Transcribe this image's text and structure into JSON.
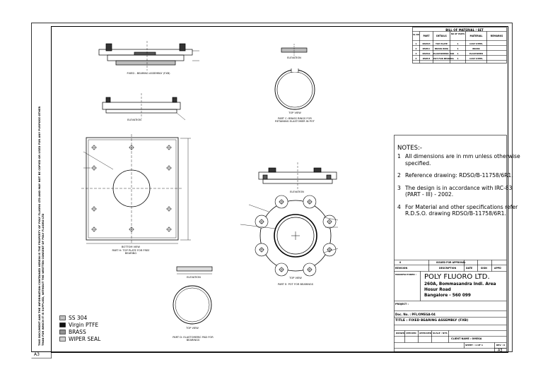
{
  "sheet_size": "A3",
  "side_text": "THIS DOCUMENT AND THE INFORMATION CONTAINED HEREIN IS THE PROPERTY OF POLY FLUORO LTD AND MAY NOT BE COPIED OR USED FOR ANY PURPOSE OTHER THAN FOR WHICH IT IS SUPPLIED, WITHOUT THE WRITTEN CONSENT OF POLY FLUORO LTD",
  "bom": {
    "title": "BILL OF MATERIAL / SET",
    "headers": [
      "SL NO",
      "PART",
      "DETAILS",
      "NO OF PARTS",
      "MATERIAL",
      "REMARKS"
    ],
    "rows": [
      [
        "1",
        "PART-H",
        "TOP PLATE",
        "1",
        "CAST STEEL",
        ""
      ],
      [
        "2",
        "PART-C",
        "BRASS RING",
        "1",
        "BRASS",
        ""
      ],
      [
        "3",
        "PART-D",
        "ELASTOMERIC PAD",
        "1",
        "ELASTOMER",
        ""
      ],
      [
        "4",
        "PART-E",
        "POT FOR BEARING",
        "1",
        "CAST STEEL",
        ""
      ]
    ]
  },
  "views": {
    "fixed_assembly": "FIXED - BEARING ASSEMBLY (FXB)",
    "elevation": "ELEVATION",
    "top_view": "TOP VIEW",
    "bottom_view": "BOTTOM VIEW",
    "part_h": "PART H: TOP PLATE FOR FREE BEARING",
    "part_c": "PART C: BRASS RINGS FOR RETAINING ELASTOMER IN POT",
    "part_e": "PART E: POT FOR BEARINGS",
    "part_d": "PART D: ELASTOMERIC PAD FOR BEARINGS"
  },
  "notes": {
    "title": "NOTES:-",
    "items": [
      {
        "num": "1",
        "lines": [
          "All dimensions are in mm unless otherwise",
          "specified."
        ]
      },
      {
        "num": "2",
        "lines": [
          "Reference drawing: RDSO/B-11758/6R1."
        ]
      },
      {
        "num": "3",
        "lines": [
          "The design is in accordance with IRC-83",
          "(PART - III) - 2002."
        ]
      },
      {
        "num": "4",
        "lines": [
          "For Material and other specifications refer",
          "R.D.S.O. drawing RDSO/B-11758/6R1."
        ]
      }
    ]
  },
  "revision": {
    "row1": [
      "0",
      "ISSUED FOR APPROVAL",
      "",
      "",
      ""
    ],
    "headers": [
      "REVISION",
      "DESCRIPTION",
      "DATE",
      "SIGN",
      "APPD"
    ]
  },
  "company": {
    "manufacturer_label": "MANUFACTURER :",
    "name": "POLY FLUORO LTD.",
    "address1": "260A, Bommasandra Indl. Area",
    "address2": "Hosur Road",
    "address3": "Bangalore - 560 099"
  },
  "title_block": {
    "project_label": "PROJECT :",
    "doc_no": "Doc. No. : PFL/OMEGA-04",
    "title": "TITLE : FIXED BEARING ASSEMBLY (FXB)",
    "drawn": "DRAWN",
    "checked": "CHECKED",
    "approved": "APPROVED",
    "scale": "SCALE : NTS",
    "client": "CLIENT NAME : OMEGA",
    "sheet": "SHEET : 1 OF 1",
    "rev": "REV : 0",
    "size": "A3"
  },
  "legend": [
    {
      "label": "SS 304",
      "pattern": "hatch"
    },
    {
      "label": "Virgin PTFE",
      "pattern": "solid"
    },
    {
      "label": "BRASS",
      "pattern": "cross"
    },
    {
      "label": "WIPER SEAL",
      "pattern": "dots"
    }
  ]
}
